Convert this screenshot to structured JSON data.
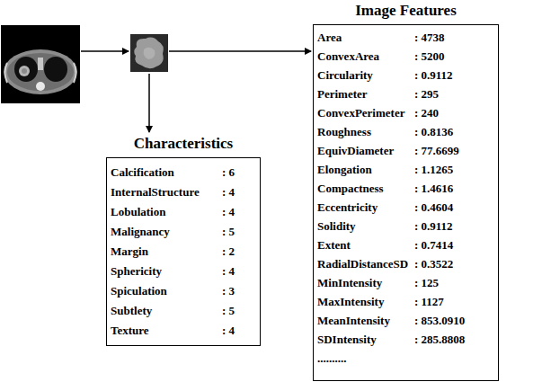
{
  "diagram": {
    "nodes": [
      {
        "text": [
          "Image Features",
          "Area",
          ": 4738",
          "ConvexArea",
          ": 5200",
          "Circularity",
          ": 0.9112",
          "Perimeter",
          ": 295",
          "ConvexPerimeter",
          ": 240",
          "Roughness",
          ": 0.8136",
          "EquivDiameter",
          ": 77.6699",
          "Elongation",
          ": 1.1265",
          "Compactness",
          ": 1.4616",
          "Eccentricity",
          ": 0.4604",
          "Solidity",
          ": 0.9112",
          "Extent",
          ": 0.7414",
          "RadialDistanceSD",
          ": 0.3522",
          "MinIntensity",
          ": 125",
          "MaxIntensity",
          ": 1127",
          "MeanIntensity",
          ": 853.0910",
          "SDIntensity",
          ": 285.8808",
          ".........."
        ]
      },
      {
        "text": [
          "Characteristics",
          "Calcification",
          ": 6",
          "InternalStructure",
          ": 4",
          "Lobulation",
          ": 4",
          "Malignancy",
          ": 5",
          "Margin",
          ": 2",
          "Sphericity",
          ": 4",
          "Spiculation",
          ": 3",
          "Subtlety",
          ": 5",
          "Texture",
          ": 4"
        ]
      }
    ]
  }
}
